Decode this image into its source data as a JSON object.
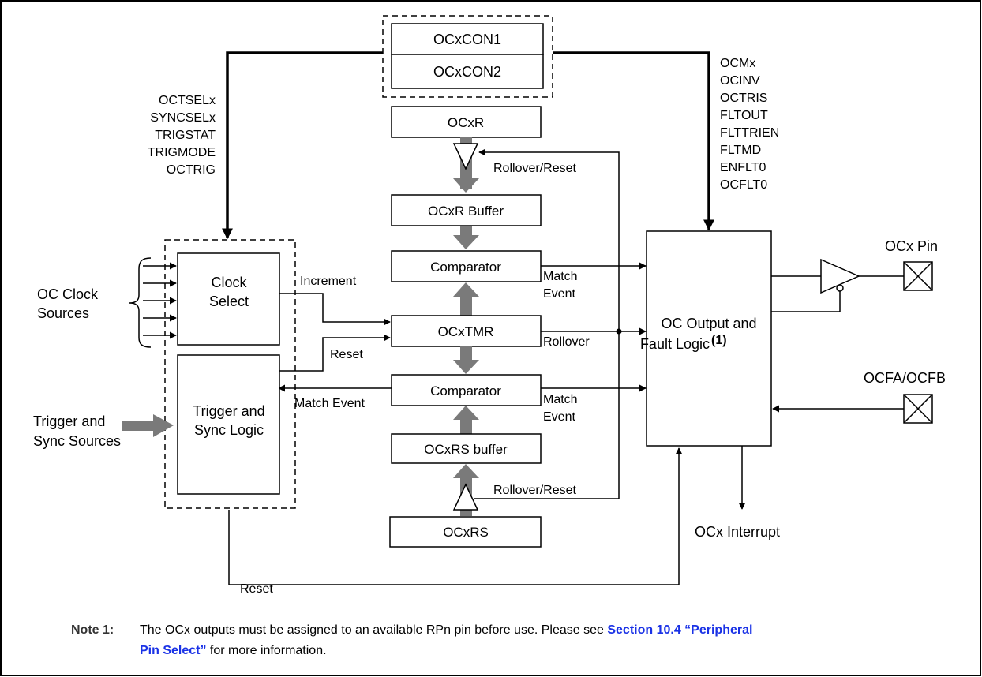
{
  "registers": {
    "con1": "OCxCON1",
    "con2": "OCxCON2",
    "ocxr": "OCxR",
    "ocxr_buffer": "OCxR Buffer",
    "comparator_top": "Comparator",
    "ocxtmr": "OCxTMR",
    "comparator_bottom": "Comparator",
    "ocxrs_buffer": "OCxRS buffer",
    "ocxrs": "OCxRS"
  },
  "left_bits": [
    "OCTSELx",
    "SYNCSELx",
    "TRIGSTAT",
    "TRIGMODE",
    "OCTRIG"
  ],
  "right_bits": [
    "OCMx",
    "OCINV",
    "OCTRIS",
    "FLTOUT",
    "FLTTRIEN",
    "FLTMD",
    "ENFLT0",
    "OCFLT0"
  ],
  "clock_select": [
    "Clock",
    "Select"
  ],
  "oc_clock_sources": [
    "OC Clock",
    "Sources"
  ],
  "trigger_sync_logic": [
    "Trigger and",
    "Sync Logic"
  ],
  "trigger_sync_sources": [
    "Trigger and",
    "Sync Sources"
  ],
  "output_logic": {
    "line1": "OC Output and",
    "line2": "Fault Logic",
    "sup": "(1)"
  },
  "signals": {
    "increment": "Increment",
    "reset_timer": "Reset",
    "match_event_left": "Match Event",
    "match_top_1": "Match",
    "match_top_2": "Event",
    "rollover": "Rollover",
    "match_bottom_1": "Match",
    "match_bottom_2": "Event",
    "rollover_reset_top": "Rollover/Reset",
    "rollover_reset_bottom": "Rollover/Reset",
    "reset_bottom": "Reset"
  },
  "pins": {
    "ocx_pin": "OCx Pin",
    "ocfa_ocfb": "OCFA/OCFB",
    "ocx_interrupt": "OCx Interrupt"
  },
  "note": {
    "label": "Note 1:",
    "line1_text": "The OCx outputs must be assigned to an available RPn pin before use. Please see ",
    "line1_link": "Section 10.4 “Peripheral",
    "line2_link": "Pin Select”",
    "line2_text": " for more information."
  }
}
